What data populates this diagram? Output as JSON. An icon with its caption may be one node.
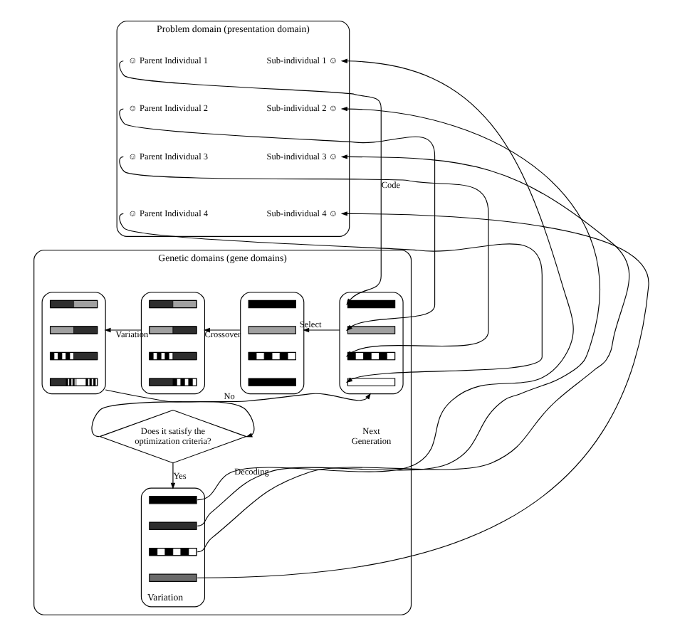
{
  "diagram": {
    "nodes": [
      {
        "text": [
          "Problem domain (presentation domain)"
        ]
      },
      {
        "text": [
          "☺ Parent Individual 1"
        ],
        "in": 0
      },
      {
        "text": [
          "Sub-individual 1 ☺"
        ],
        "in": 0
      },
      {
        "text": [
          "☺ Parent Individual 2"
        ],
        "in": 0
      },
      {
        "text": [
          "Sub-individual 2 ☺"
        ],
        "in": 0
      },
      {
        "text": [
          "☺ Parent Individual 3"
        ],
        "in": 0
      },
      {
        "text": [
          "Sub-individual 3 ☺"
        ],
        "in": 0
      },
      {
        "text": [
          "☺ Parent Individual 4"
        ],
        "in": 0
      },
      {
        "text": [
          "Sub-individual 4 ☺"
        ],
        "in": 0
      },
      {
        "text": [
          "Genetic domains (gene domains)"
        ]
      },
      {
        "text": [],
        "shape": "box",
        "in": 9
      },
      {
        "text": [],
        "shape": "bar",
        "in": 10
      },
      {
        "text": [],
        "shape": "bar",
        "in": 10
      },
      {
        "text": [],
        "shape": "bar",
        "in": 10
      },
      {
        "text": [],
        "shape": "bar",
        "in": 10
      },
      {
        "text": [],
        "shape": "box",
        "in": 9
      },
      {
        "text": [],
        "shape": "bar",
        "in": 15
      },
      {
        "text": [],
        "shape": "bar",
        "in": 15
      },
      {
        "text": [],
        "shape": "bar",
        "in": 15
      },
      {
        "text": [],
        "shape": "bar",
        "in": 15
      },
      {
        "text": [],
        "shape": "box",
        "in": 9
      },
      {
        "text": [],
        "shape": "bar",
        "in": 20
      },
      {
        "text": [],
        "shape": "bar",
        "in": 20
      },
      {
        "text": [],
        "shape": "bar",
        "in": 20
      },
      {
        "text": [],
        "shape": "bar",
        "in": 20
      },
      {
        "text": [],
        "shape": "box",
        "in": 9
      },
      {
        "text": [],
        "shape": "bar",
        "in": 25
      },
      {
        "text": [],
        "shape": "bar",
        "in": 25
      },
      {
        "text": [],
        "shape": "bar",
        "in": 25
      },
      {
        "text": [],
        "shape": "bar",
        "in": 25
      },
      {
        "text": [
          "Does it satisfy the optimization criteria?"
        ],
        "in": 9
      },
      {
        "text": [],
        "shape": "box",
        "in": 9,
        "beside": [
          "Variation"
        ]
      },
      {
        "text": [],
        "shape": "bar",
        "in": 31
      },
      {
        "text": [],
        "shape": "bar",
        "in": 31
      },
      {
        "text": [],
        "shape": "bar",
        "in": 31
      },
      {
        "text": [],
        "shape": "bar",
        "in": 31
      }
    ],
    "edges": [
      {
        "from": 1,
        "to": 11,
        "arrow": "to",
        "label": "Code"
      },
      {
        "from": 3,
        "to": 12,
        "arrow": "to"
      },
      {
        "from": 5,
        "to": 13,
        "arrow": "to"
      },
      {
        "from": 7,
        "to": 14,
        "arrow": "to"
      },
      {
        "from": 10,
        "to": 15,
        "arrow": "to",
        "label": "Select"
      },
      {
        "from": 15,
        "to": 20,
        "arrow": "to",
        "label": "Crossover"
      },
      {
        "from": 20,
        "to": 25,
        "arrow": "to",
        "label": "Variation"
      },
      {
        "from": 25,
        "to": 30,
        "arrow": "to"
      },
      {
        "from": 30,
        "to": 10,
        "arrow": "to",
        "label": "No"
      },
      {
        "from": 30,
        "to": 31,
        "arrow": "to",
        "label": "Yes"
      },
      {
        "from": 32,
        "to": 2,
        "arrow": "to",
        "label": "Decoding"
      },
      {
        "from": 33,
        "to": 4,
        "arrow": "to"
      },
      {
        "from": 34,
        "to": 6,
        "arrow": "to"
      },
      {
        "from": 35,
        "to": 8,
        "arrow": "to"
      }
    ],
    "labels": [
      "Next Generation"
    ]
  }
}
